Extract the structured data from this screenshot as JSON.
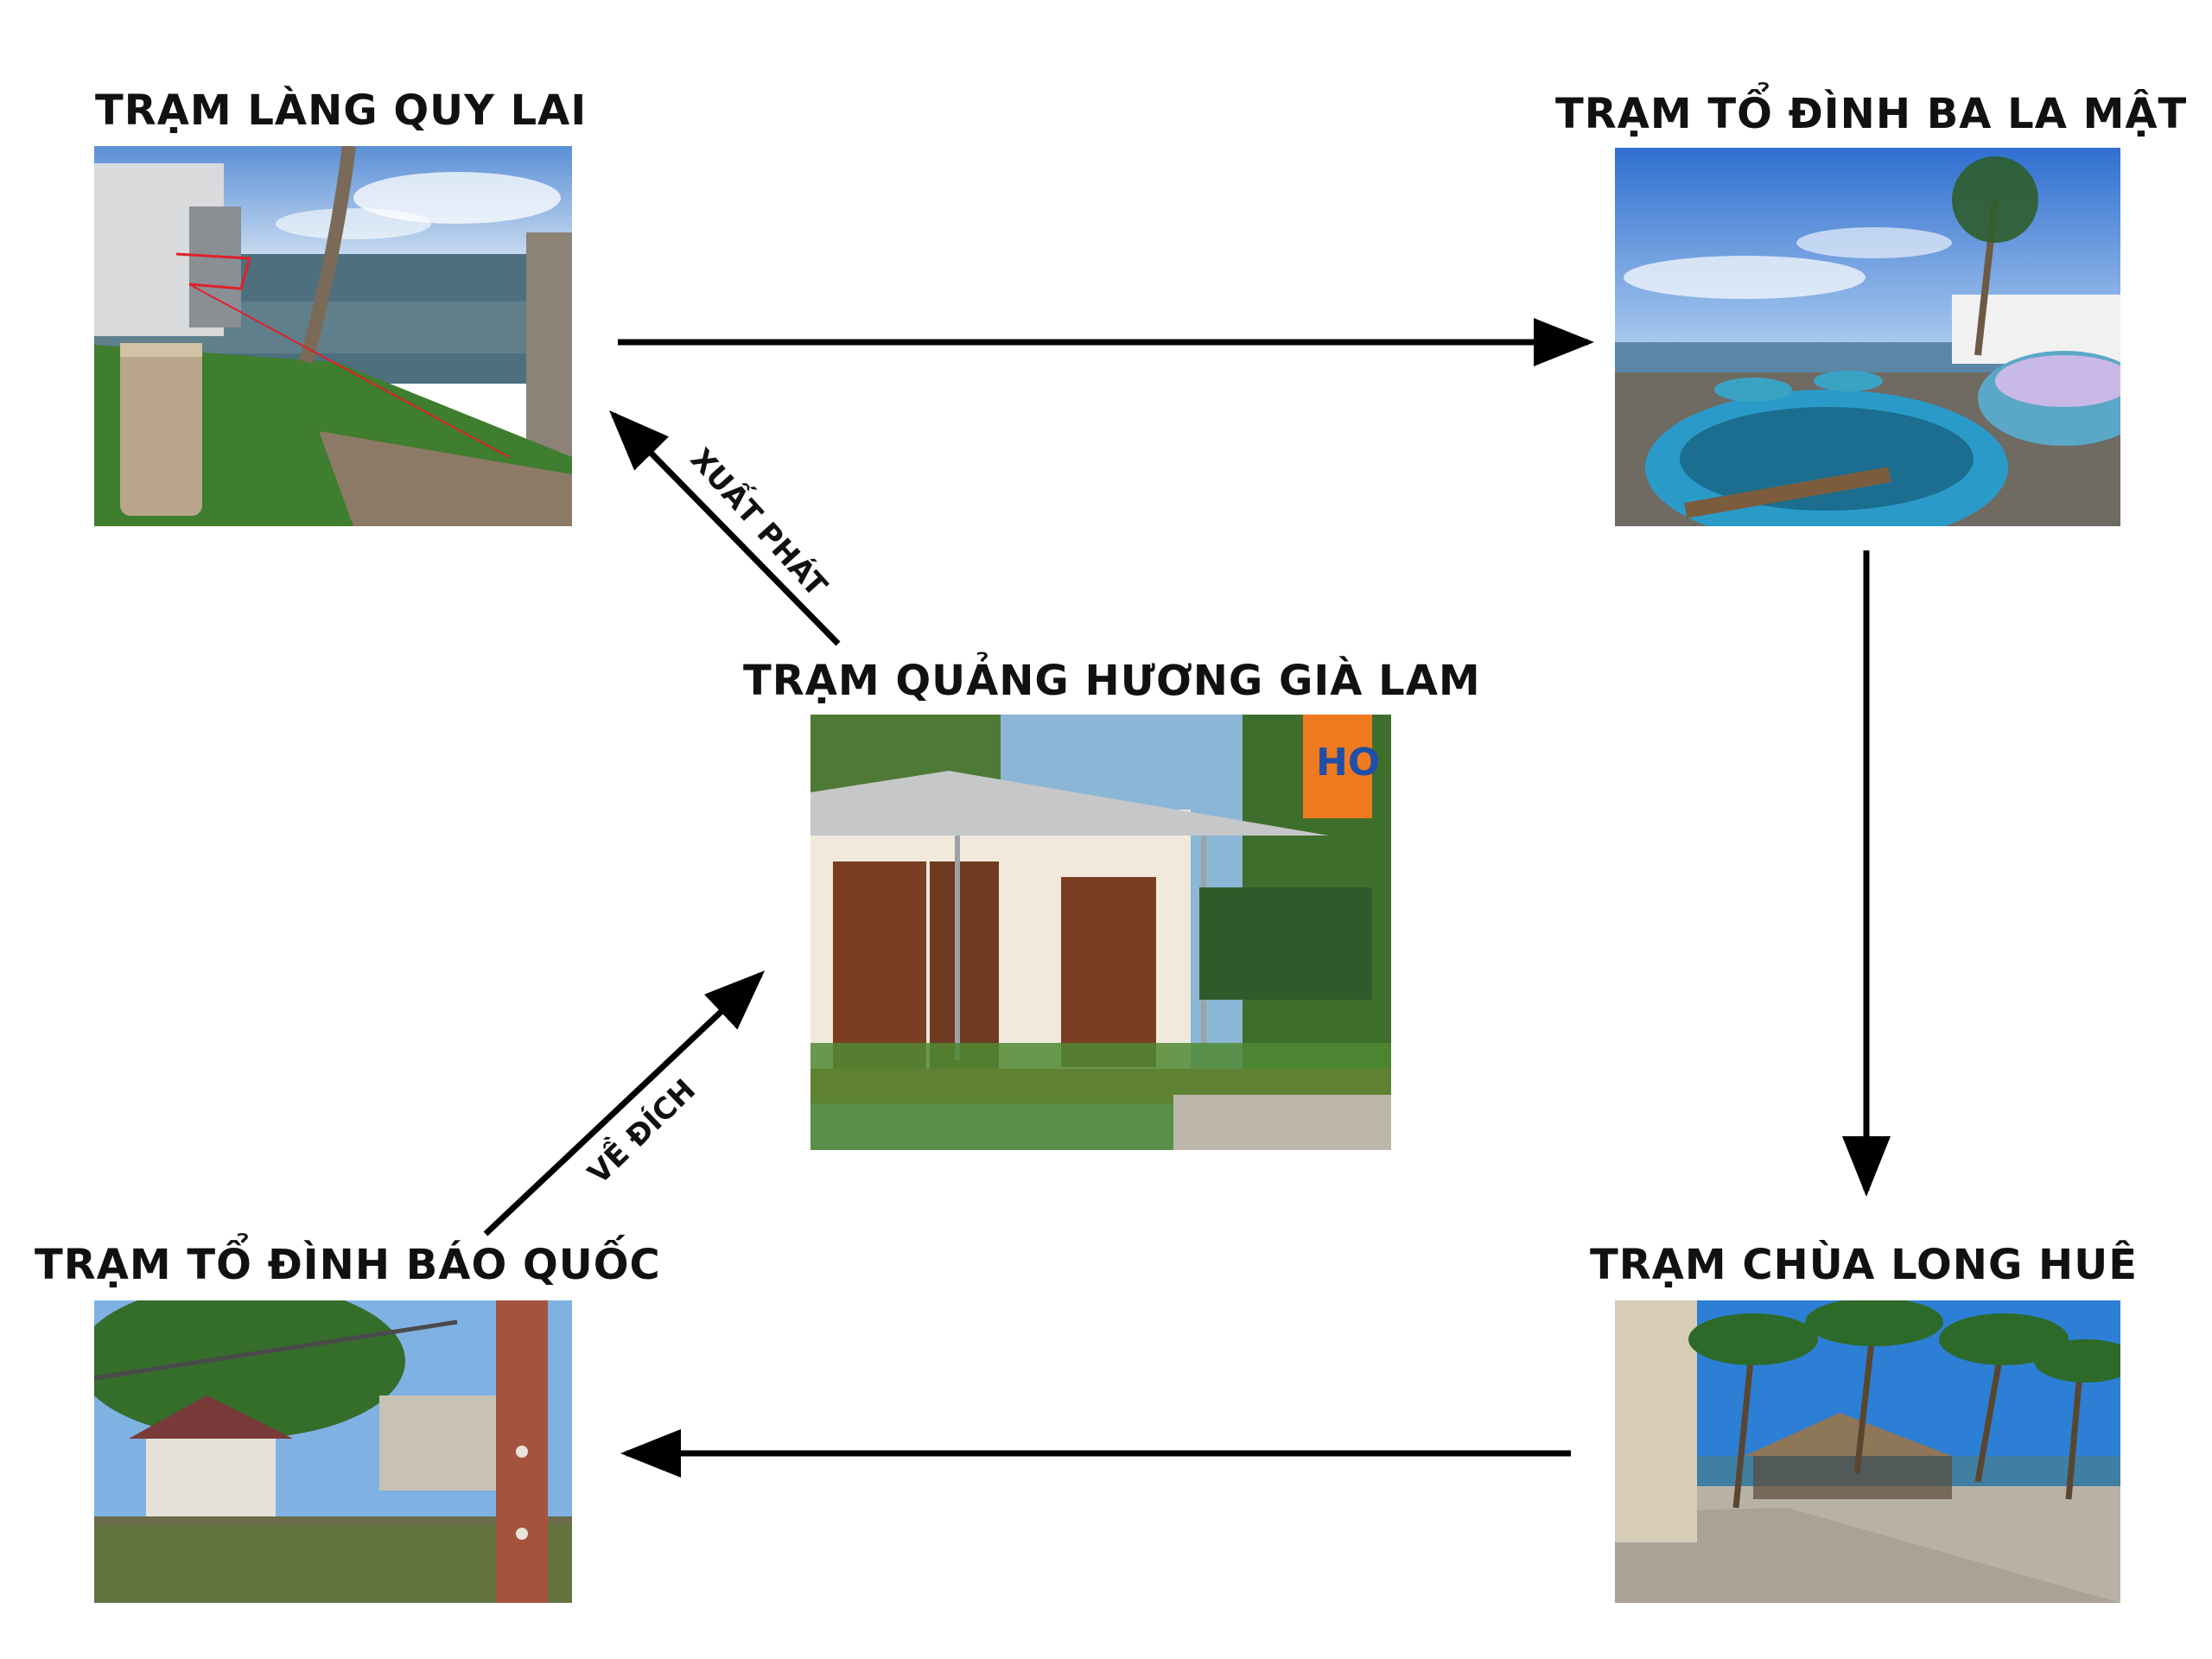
{
  "stations": {
    "quy_lai": {
      "title": "TRẠM LÀNG QUY LAI"
    },
    "ba_la_mat": {
      "title": "TRẠM TỔ ĐÌNH BA LA MẬT"
    },
    "quang_huong": {
      "title": "TRẠM QUẢNG HƯƠNG GIÀ LAM"
    },
    "bao_quoc": {
      "title": "TRẠM TỔ ĐÌNH BÁO QUỐC"
    },
    "long_hue": {
      "title": "TRẠM CHÙA LONG HUÊ"
    }
  },
  "route": {
    "start_label": "XUẤT PHÁT",
    "finish_label": "VỀ ĐÍCH"
  },
  "photo_text": {
    "hotel_sign": "HO"
  },
  "colors": {
    "arrow": "#000000",
    "title": "#111111",
    "annotation": "#e0202a"
  }
}
